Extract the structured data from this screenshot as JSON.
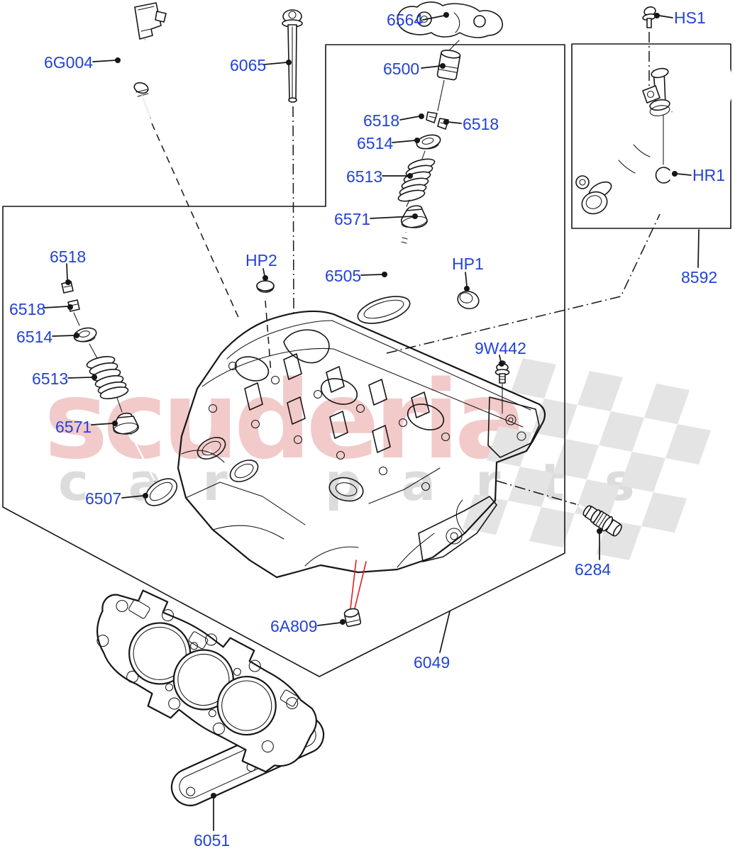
{
  "diagram_title": "Cylinder Head exploded parts diagram",
  "watermark": {
    "brand": "scuderia",
    "subtitle": "car parts"
  },
  "colors": {
    "label_blue": "#2342d6",
    "line_black": "#161616",
    "callout_red": "#e02020",
    "flag_gray": "#e4e4e4",
    "watermark_red": "rgba(213,78,78,0.30)",
    "watermark_gray": "rgba(178,178,178,0.45)"
  },
  "labels": {
    "l_6g004": "6G004",
    "l_6065": "6065",
    "l_6564": "6564",
    "l_hs1": "HS1",
    "l_6500": "6500",
    "l_6518_right_a": "6518",
    "l_6518_right_b": "6518",
    "l_6514_right": "6514",
    "l_6513_right": "6513",
    "l_6571_right": "6571",
    "l_6505": "6505",
    "l_hp2": "HP2",
    "l_hp1": "HP1",
    "l_hr1": "HR1",
    "l_8592": "8592",
    "l_9w442": "9W442",
    "l_6518_left_a": "6518",
    "l_6518_left_b": "6518",
    "l_6514_left": "6514",
    "l_6513_left": "6513",
    "l_6571_left": "6571",
    "l_6507": "6507",
    "l_6284": "6284",
    "l_6a809": "6A809",
    "l_6049": "6049",
    "l_6051": "6051"
  }
}
